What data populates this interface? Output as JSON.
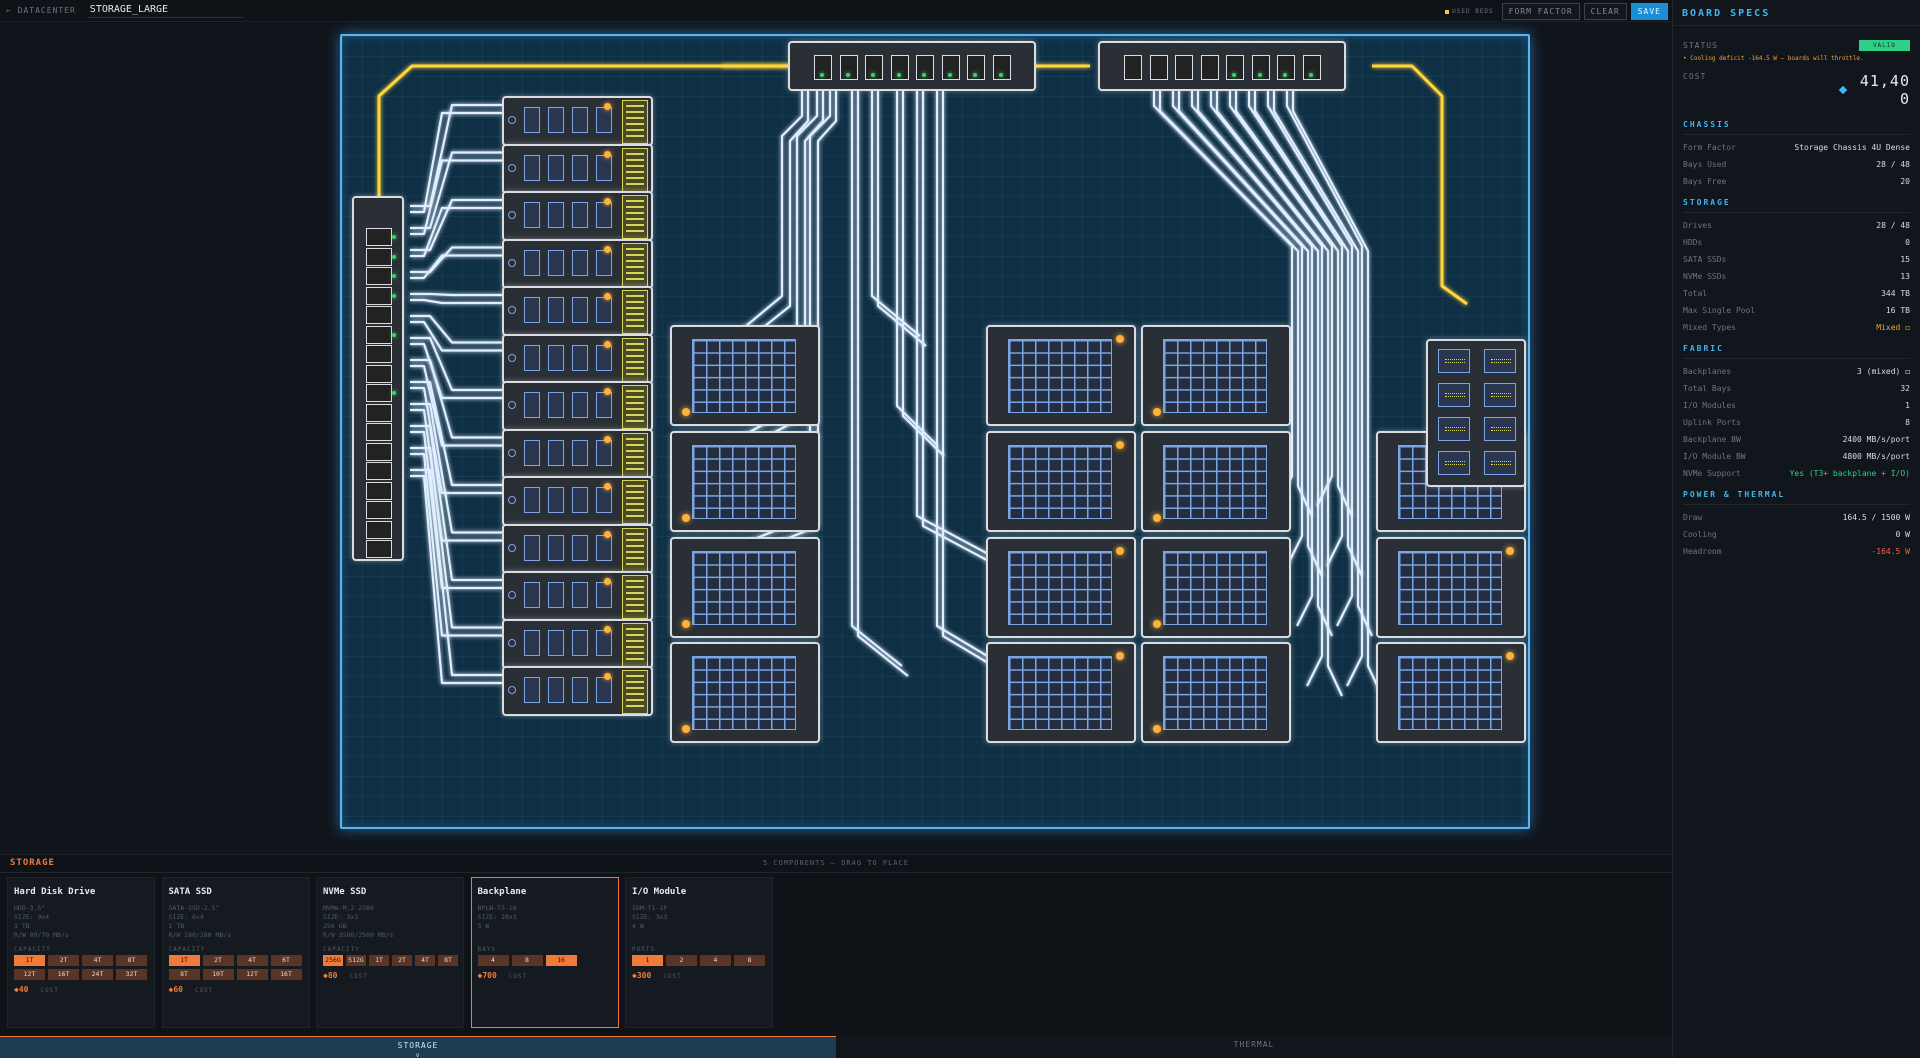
{
  "topbar": {
    "back_label": "← DATACENTER",
    "board_name": "STORAGE_LARGE",
    "legend_used": "USED BEDS",
    "form_factor_label": "FORM FACTOR",
    "clear_label": "CLEAR",
    "save_label": "SAVE"
  },
  "specs": {
    "title": "BOARD SPECS",
    "status_label": "STATUS",
    "status_value": "VALID",
    "warning": "• Cooling deficit -164.5 W — boards will throttle.",
    "cost_label": "COST",
    "cost_value": "41,400",
    "sections": [
      {
        "title": "CHASSIS",
        "rows": [
          {
            "k": "Form Factor",
            "v": "Storage Chassis 4U Dense",
            "tone": ""
          },
          {
            "k": "Bays Used",
            "v": "28 / 48",
            "tone": ""
          },
          {
            "k": "Bays Free",
            "v": "20",
            "tone": ""
          }
        ]
      },
      {
        "title": "STORAGE",
        "rows": [
          {
            "k": "Drives",
            "v": "28 / 48",
            "tone": ""
          },
          {
            "k": "HDDs",
            "v": "0",
            "tone": ""
          },
          {
            "k": "SATA SSDs",
            "v": "15",
            "tone": ""
          },
          {
            "k": "NVMe SSDs",
            "v": "13",
            "tone": ""
          },
          {
            "k": "Total",
            "v": "344 TB",
            "tone": ""
          },
          {
            "k": "Max Single Pool",
            "v": "16 TB",
            "tone": ""
          },
          {
            "k": "Mixed Types",
            "v": "Mixed ◻",
            "tone": "orange"
          }
        ]
      },
      {
        "title": "FABRIC",
        "rows": [
          {
            "k": "Backplanes",
            "v": "3 (mixed) ◻",
            "tone": ""
          },
          {
            "k": "Total Bays",
            "v": "32",
            "tone": ""
          },
          {
            "k": "I/O Modules",
            "v": "1",
            "tone": ""
          },
          {
            "k": "Uplink Ports",
            "v": "8",
            "tone": ""
          },
          {
            "k": "Backplane BW",
            "v": "2400 MB/s/port",
            "tone": ""
          },
          {
            "k": "I/O Module BW",
            "v": "4800 MB/s/port",
            "tone": ""
          },
          {
            "k": "NVMe Support",
            "v": "Yes (T3+ backplane + I/O)",
            "tone": "green"
          }
        ]
      },
      {
        "title": "POWER & THERMAL",
        "rows": [
          {
            "k": "Draw",
            "v": "164.5 / 1500 W",
            "tone": ""
          },
          {
            "k": "Cooling",
            "v": "0 W",
            "tone": ""
          },
          {
            "k": "Headroom",
            "v": "-164.5 W",
            "tone": "red"
          }
        ]
      }
    ]
  },
  "tray": {
    "title": "STORAGE",
    "count": "5 COMPONENTS — DRAG TO PLACE",
    "cost_word": "COST",
    "cards": [
      {
        "name": "Hard Disk Drive",
        "sub1": "HDD-3.5\"",
        "sub2": "SIZE: 9x4",
        "sub3": "1 TB",
        "sub4": "R/W 80/70 MB/s",
        "cap_label": "CAPACITY",
        "options": [
          "1T",
          "2T",
          "4T",
          "8T",
          "12T",
          "16T",
          "24T",
          "32T"
        ],
        "selected": 0,
        "cost": "◆40",
        "selected_card": false
      },
      {
        "name": "SATA SSD",
        "sub1": "SATA-SSD-2.5\"",
        "sub2": "SIZE: 6x4",
        "sub3": "1 TB",
        "sub4": "R/W 280/280 MB/s",
        "cap_label": "CAPACITY",
        "options": [
          "1T",
          "2T",
          "4T",
          "6T",
          "8T",
          "10T",
          "12T",
          "16T"
        ],
        "selected": 0,
        "cost": "◆60",
        "selected_card": false
      },
      {
        "name": "NVMe SSD",
        "sub1": "NVMe-M.2 2280",
        "sub2": "SIZE: 3x3",
        "sub3": "256 GB",
        "sub4": "R/W 3500/2500 MB/s",
        "cap_label": "CAPACITY",
        "options": [
          "256G",
          "512G",
          "1T",
          "2T",
          "4T",
          "8T"
        ],
        "selected": 0,
        "cost": "◆80",
        "selected_card": false
      },
      {
        "name": "Backplane",
        "sub1": "BPLN-T3-16",
        "sub2": "SIZE: 10x3",
        "sub3": "5 W",
        "sub4": "",
        "cap_label": "BAYS",
        "options": [
          "4",
          "8",
          "16"
        ],
        "selected": 2,
        "cost": "◆700",
        "selected_card": true
      },
      {
        "name": "I/O Module",
        "sub1": "IOM-T1-1P",
        "sub2": "SIZE: 3x3",
        "sub3": "4 W",
        "sub4": "",
        "cap_label": "PORTS",
        "options": [
          "1",
          "2",
          "4",
          "8"
        ],
        "selected": 0,
        "cost": "◆300",
        "selected_card": false
      }
    ]
  },
  "tabs": {
    "storage": "STORAGE",
    "storage_caret": "v",
    "thermal": "THERMAL"
  },
  "colors": {
    "accent": "#3fb6f0",
    "board_border": "#55b6f5",
    "trace_white": "#dfefff",
    "trace_yellow": "#ffd53a",
    "warn": "#f0a23a",
    "valid": "#2ecf86",
    "tray_orange": "#f07a3a"
  }
}
